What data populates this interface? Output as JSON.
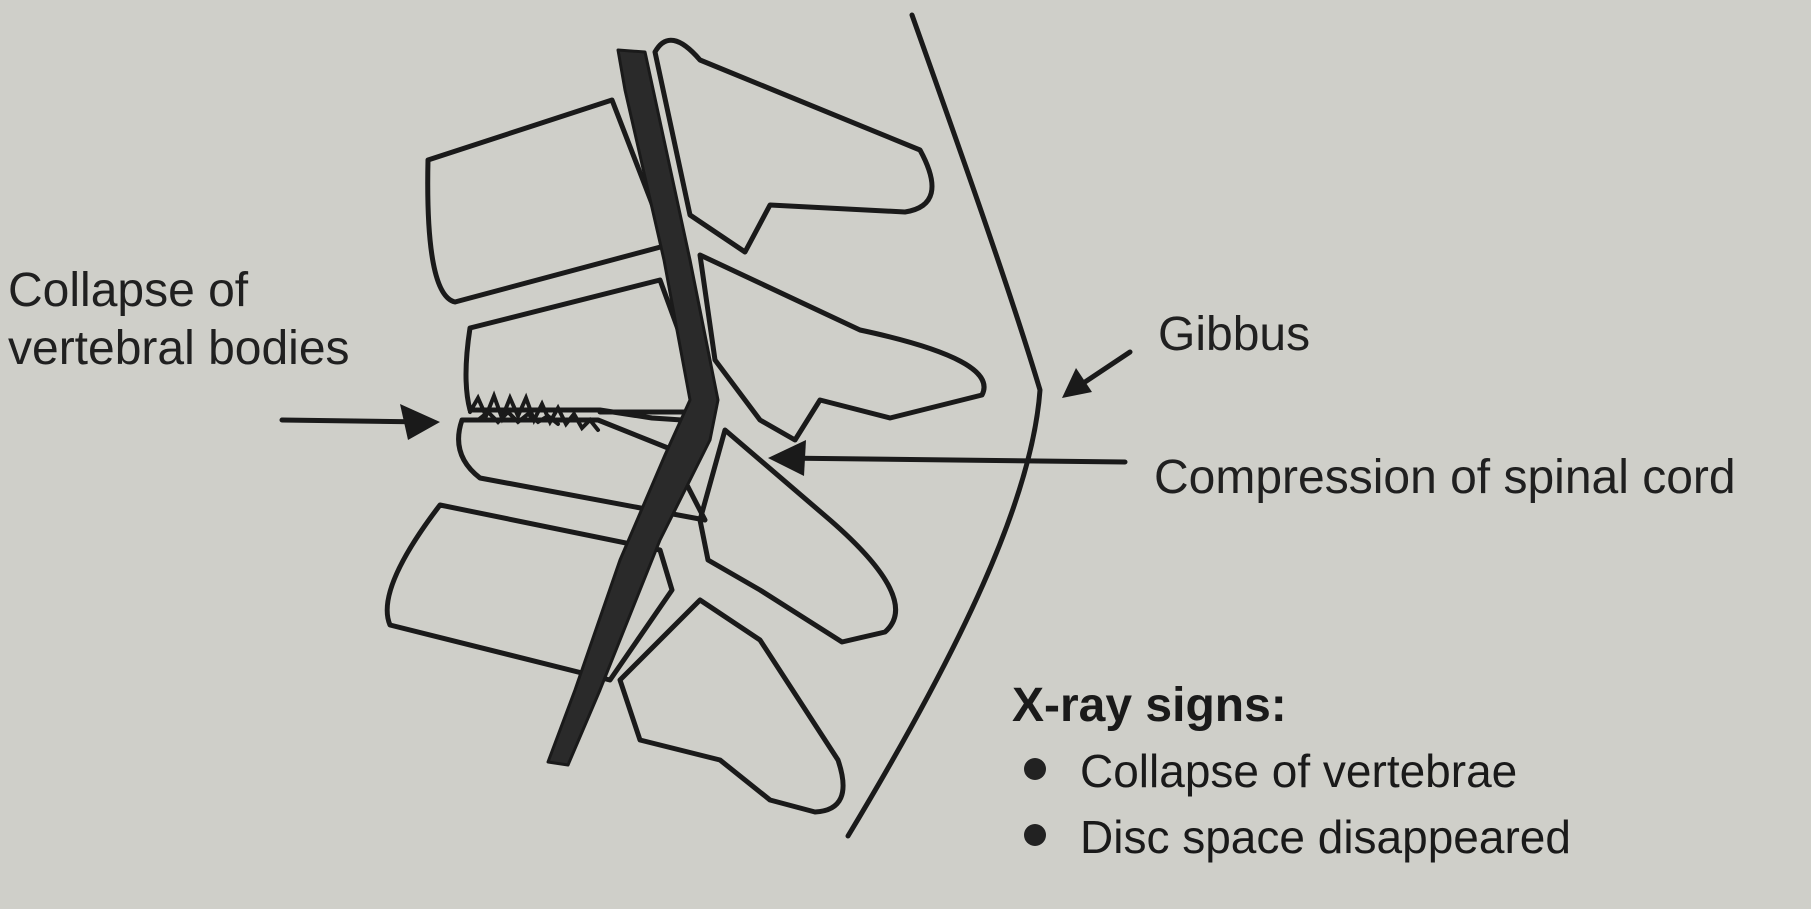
{
  "labels": {
    "collapse": "Collapse of vertebral bodies",
    "gibbus": "Gibbus",
    "compression": "Compression of spinal cord"
  },
  "xray": {
    "title": "X-ray signs:",
    "items": [
      "Collapse of vertebrae",
      "Disc space disappeared"
    ]
  },
  "colors": {
    "background": "#cfcfc9",
    "ink": "#1a1a1a"
  }
}
